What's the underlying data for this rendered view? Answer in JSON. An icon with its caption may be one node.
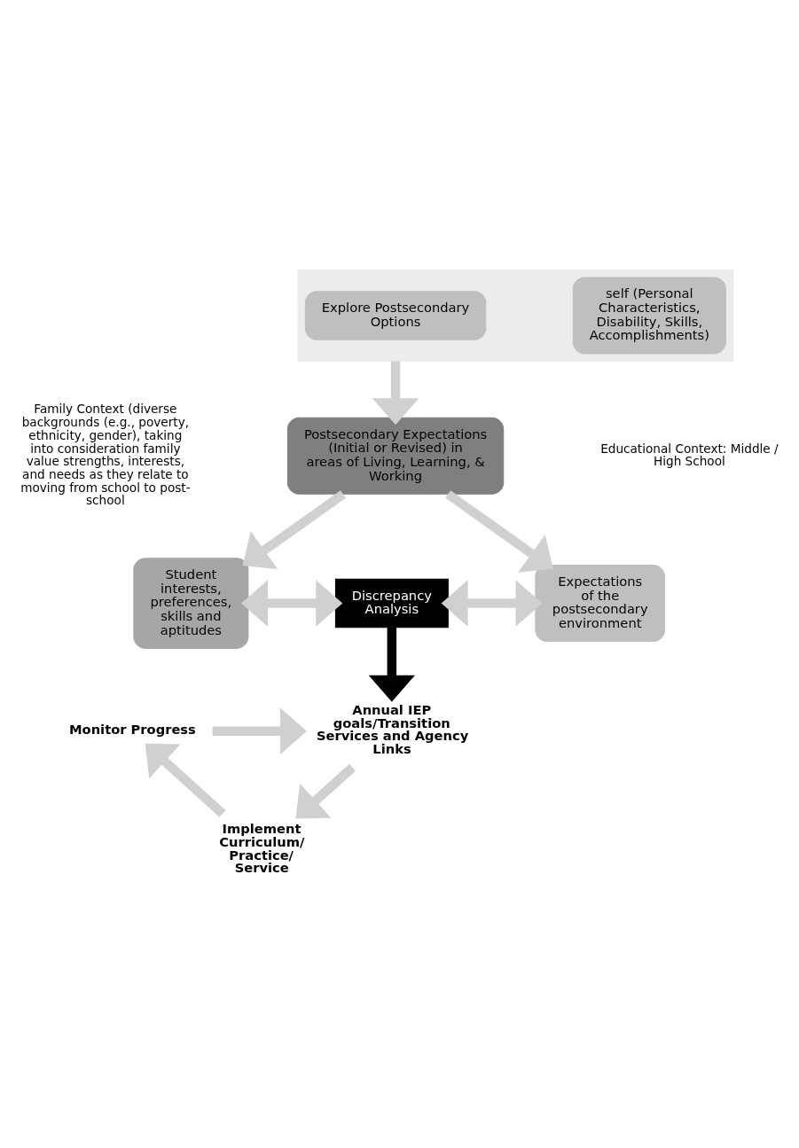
{
  "diagram": {
    "nodes": [
      {
        "text": [],
        "shape": "box"
      },
      {
        "text": [
          "self (Personal Characteristics, Disability, Skills, Accomplishments)"
        ],
        "in": 0
      },
      {
        "text": [
          "Explore Postsecondary Options"
        ],
        "in": 0
      },
      {
        "text": [
          "Postsecondary Expectations (Initial or Revised) in areas of Living, Learning, & Working"
        ]
      },
      {
        "text": [
          "Student interests, preferences, skills and aptitudes"
        ]
      },
      {
        "text": [
          "Discrepancy Analysis"
        ]
      },
      {
        "text": [
          "Expectations of the postsecondary environment"
        ]
      },
      {
        "text": [
          "Annual IEP goals/Transition Services and Agency Links"
        ]
      },
      {
        "text": [
          "Implement Curriculum/ Practice/ Service"
        ]
      },
      {
        "text": [
          "Monitor Progress"
        ]
      }
    ],
    "edges": [
      {
        "from": 0,
        "to": 3,
        "arrow": "to"
      },
      {
        "from": 3,
        "to": 4,
        "arrow": "to"
      },
      {
        "from": 3,
        "to": 6,
        "arrow": "to"
      },
      {
        "from": 4,
        "to": 5,
        "arrow": "both"
      },
      {
        "from": 5,
        "to": 6,
        "arrow": "both"
      },
      {
        "from": 5,
        "to": 7,
        "arrow": "to",
        "color": "#000000"
      },
      {
        "from": 9,
        "to": 7,
        "arrow": "to"
      },
      {
        "from": 7,
        "to": 8,
        "arrow": "to"
      },
      {
        "from": 8,
        "to": 9,
        "arrow": "to"
      }
    ],
    "labels": [
      "Family Context (diverse backgrounds (e.g., poverty, ethnicity, gender), taking into consideration family value strengths, interests, and needs as they relate to moving from school to post-school",
      "Educational Context: Middle / High School"
    ]
  }
}
